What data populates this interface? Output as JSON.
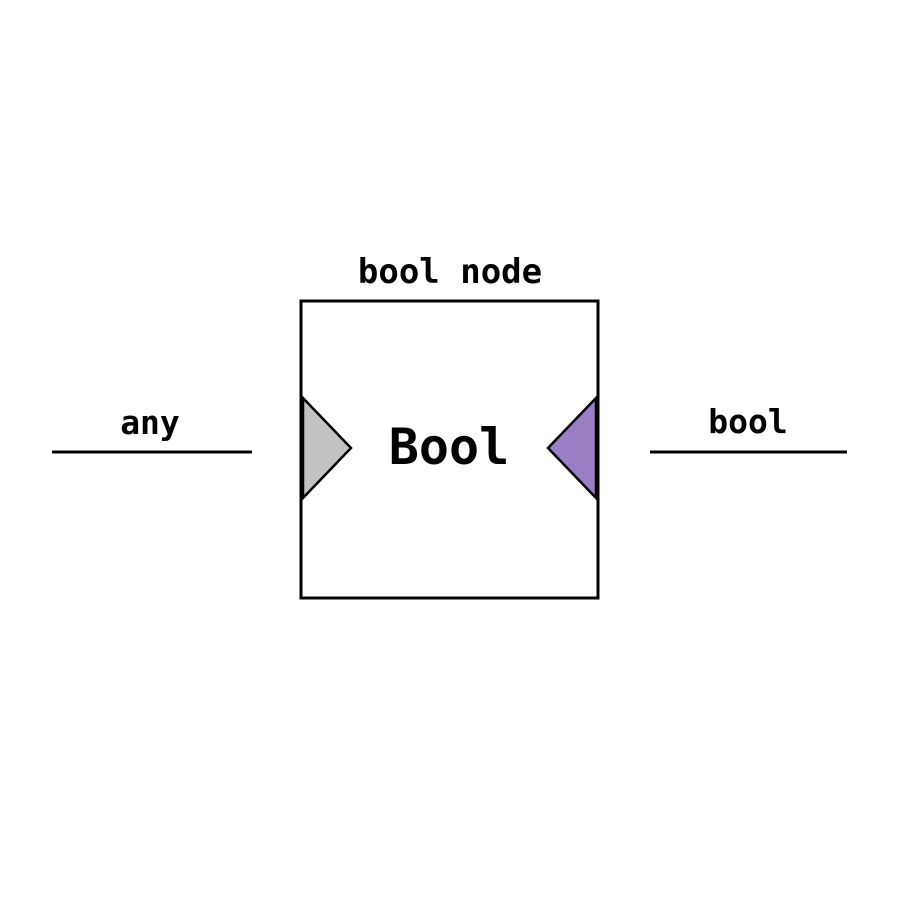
{
  "node": {
    "title": "bool node",
    "label": "Bool"
  },
  "ports": {
    "input": {
      "label": "any",
      "color": "#c2c2c2"
    },
    "output": {
      "label": "bool",
      "color": "#9b7ec4"
    }
  },
  "colors": {
    "stroke": "#000000",
    "node_fill": "#ffffff",
    "background": "#ffffff"
  }
}
